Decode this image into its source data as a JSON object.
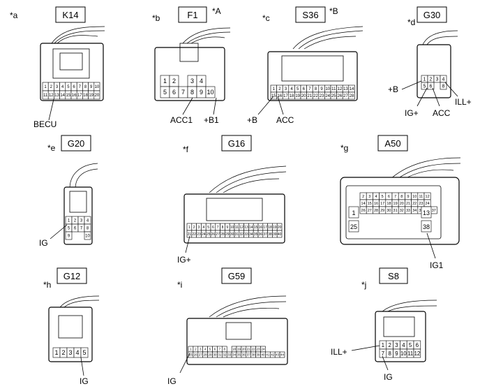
{
  "connectors": [
    {
      "id": "a",
      "marker": "*a",
      "code": "K14",
      "note": "",
      "rows": [
        [
          "1",
          "2",
          "3",
          "4",
          "5",
          "6",
          "7",
          "8",
          "9",
          "10"
        ],
        [
          "11",
          "12",
          "13",
          "14",
          "15",
          "16",
          "17",
          "18",
          "19",
          "20"
        ]
      ],
      "pin_labels": [
        "BECU"
      ]
    },
    {
      "id": "b",
      "marker": "*b",
      "code": "F1",
      "note": "*A",
      "rows": [
        [
          "1",
          "2",
          "",
          "3",
          "4"
        ],
        [
          "5",
          "6",
          "7",
          "8",
          "9",
          "10"
        ]
      ],
      "pin_labels": [
        "ACC1",
        "+B1"
      ]
    },
    {
      "id": "c",
      "marker": "*c",
      "code": "S36",
      "note": "*B",
      "rows": [
        [
          "1",
          "2",
          "3",
          "4",
          "5",
          "6",
          "7",
          "8",
          "9",
          "10",
          "11",
          "12",
          "13",
          "14"
        ],
        [
          "15",
          "16",
          "17",
          "18",
          "19",
          "20",
          "21",
          "22",
          "23",
          "24",
          "25",
          "26",
          "27",
          "28"
        ]
      ],
      "pin_labels": [
        "+B",
        "ACC"
      ]
    },
    {
      "id": "d",
      "marker": "*d",
      "code": "G30",
      "note": "",
      "rows": [
        [
          "1",
          "2",
          "3",
          "4"
        ],
        [
          "5",
          "6",
          "",
          "8"
        ]
      ],
      "pin_labels": [
        "+B",
        "ILL+",
        "IG+",
        "ACC"
      ]
    },
    {
      "id": "e",
      "marker": "*e",
      "code": "G20",
      "note": "",
      "rows": [
        [
          "1",
          "2",
          "3",
          "4"
        ],
        [
          "5",
          "6",
          "7",
          "8"
        ],
        [
          "9",
          "",
          "",
          "10"
        ]
      ],
      "pin_labels": [
        "IG"
      ]
    },
    {
      "id": "f",
      "marker": "*f",
      "code": "G16",
      "note": "",
      "rows": [
        [
          "1",
          "2",
          "3",
          "4",
          "5",
          "6",
          "7",
          "8",
          "9",
          "10",
          "11",
          "12",
          "13",
          "14",
          "15",
          "16",
          "17",
          "18",
          "19",
          "20"
        ],
        [
          "21",
          "22",
          "23",
          "24",
          "25",
          "26",
          "27",
          "28",
          "29",
          "30",
          "31",
          "32",
          "33",
          "34",
          "35",
          "36",
          "37",
          "38",
          "39",
          "40"
        ]
      ],
      "pin_labels": [
        "IG+"
      ]
    },
    {
      "id": "g",
      "marker": "*g",
      "code": "A50",
      "note": "",
      "big_pins": [
        "1",
        "25",
        "13",
        "38"
      ],
      "rows": [
        [
          "2",
          "3",
          "4",
          "5",
          "6",
          "7",
          "8",
          "9",
          "10",
          "11",
          "12"
        ],
        [
          "14",
          "15",
          "16",
          "17",
          "18",
          "19",
          "20",
          "21",
          "22",
          "23",
          "24"
        ],
        [
          "26",
          "27",
          "28",
          "29",
          "30",
          "31",
          "32",
          "33",
          "34",
          "35",
          "36",
          "37"
        ]
      ],
      "pin_labels": [
        "IG1"
      ]
    },
    {
      "id": "h",
      "marker": "*h",
      "code": "G12",
      "note": "",
      "rows": [
        [
          "1",
          "2",
          "3",
          "4",
          "5"
        ]
      ],
      "pin_labels": [
        "IG"
      ]
    },
    {
      "id": "i",
      "marker": "*i",
      "code": "G59",
      "note": "",
      "rows": [
        [
          "1",
          "2",
          "3",
          "4",
          "5",
          "6",
          "7",
          "8",
          "",
          "18",
          "19",
          "20",
          "21",
          "22",
          "23",
          "24"
        ],
        [
          "25",
          "26",
          "27",
          "28",
          "29",
          "30",
          "31",
          "32",
          "33",
          "34",
          "35",
          "36",
          "37",
          "38",
          "39",
          "40",
          "41",
          "42",
          "43",
          "44"
        ]
      ],
      "pin_labels": [
        "IG"
      ]
    },
    {
      "id": "j",
      "marker": "*j",
      "code": "S8",
      "note": "",
      "rows": [
        [
          "1",
          "2",
          "3",
          "4",
          "5",
          "6"
        ],
        [
          "7",
          "8",
          "9",
          "10",
          "11",
          "12"
        ]
      ],
      "pin_labels": [
        "ILL+",
        "IG"
      ]
    }
  ]
}
